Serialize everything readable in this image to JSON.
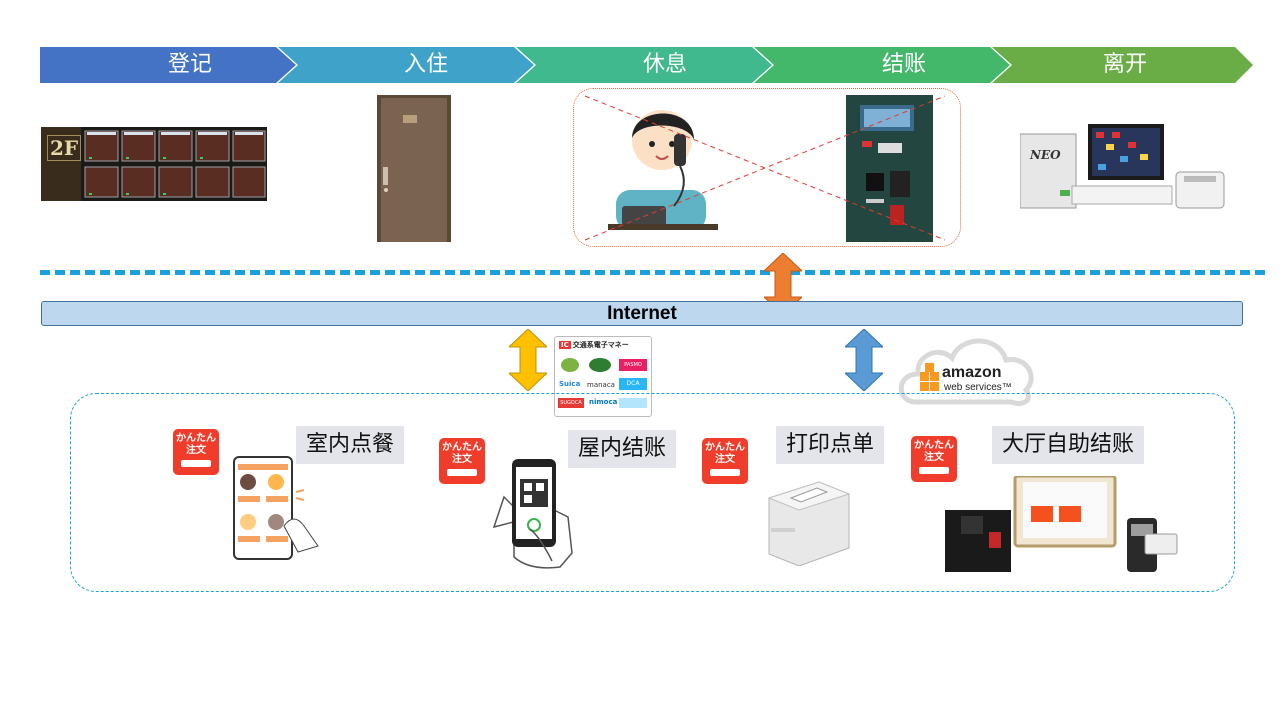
{
  "stages": [
    {
      "label": "登记",
      "color": "#4472c4"
    },
    {
      "label": "入住",
      "color": "#3fa3c9"
    },
    {
      "label": "休息",
      "color": "#3fb98d"
    },
    {
      "label": "结账",
      "color": "#44b86a"
    },
    {
      "label": "离开",
      "color": "#6aac46"
    }
  ],
  "room_panel_label": "2F",
  "aps_logo_text": "NEO",
  "internet_label": "Internet",
  "payment_card": {
    "title": "交通系電子マネー",
    "brands": [
      "Suica",
      "PASMO",
      "manaca",
      "DCA",
      "SUGOCA",
      "nimoca"
    ]
  },
  "aws_logo": {
    "line1": "amazon",
    "line2": "web services™"
  },
  "badge_text": {
    "line1": "かんたん",
    "line2": "注文"
  },
  "features": [
    {
      "label": "室内点餐"
    },
    {
      "label": "屋内结账"
    },
    {
      "label": "打印点单"
    },
    {
      "label": "大厅自助结账"
    }
  ],
  "colors": {
    "arrow_orange": "#ed7d31",
    "arrow_yellow": "#ffc000",
    "arrow_blue": "#5b9bd5",
    "badge_red": "#f03c2a"
  }
}
